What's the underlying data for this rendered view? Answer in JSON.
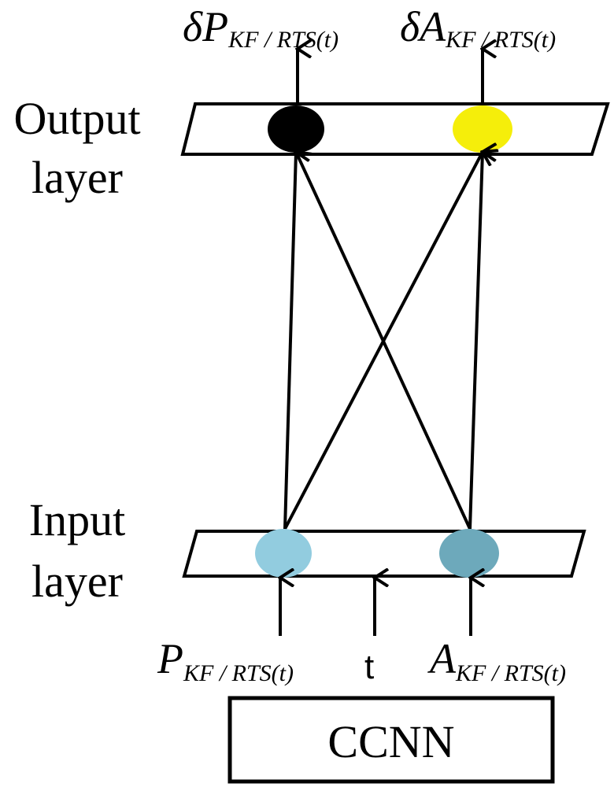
{
  "output_layer": {
    "label_line1": "Output",
    "label_line2": "layer",
    "nodes": [
      {
        "color": "#000000"
      },
      {
        "color": "#F5EE0A"
      }
    ]
  },
  "input_layer": {
    "label_line1": "Input",
    "label_line2": "layer",
    "nodes": [
      {
        "color": "#92CCDF"
      },
      {
        "color": "#6DA9BB"
      }
    ]
  },
  "outputs": [
    {
      "prefix": "δ",
      "symbol": "P",
      "subscript": "KF / RTS(t)"
    },
    {
      "prefix": "δ",
      "symbol": "A",
      "subscript": "KF / RTS(t)"
    }
  ],
  "inputs": [
    {
      "symbol": "P",
      "subscript": "KF / RTS(t)"
    },
    {
      "symbol": "t"
    },
    {
      "symbol": "A",
      "subscript": "KF / RTS(t)"
    }
  ],
  "source_box": {
    "label": "CCNN"
  }
}
